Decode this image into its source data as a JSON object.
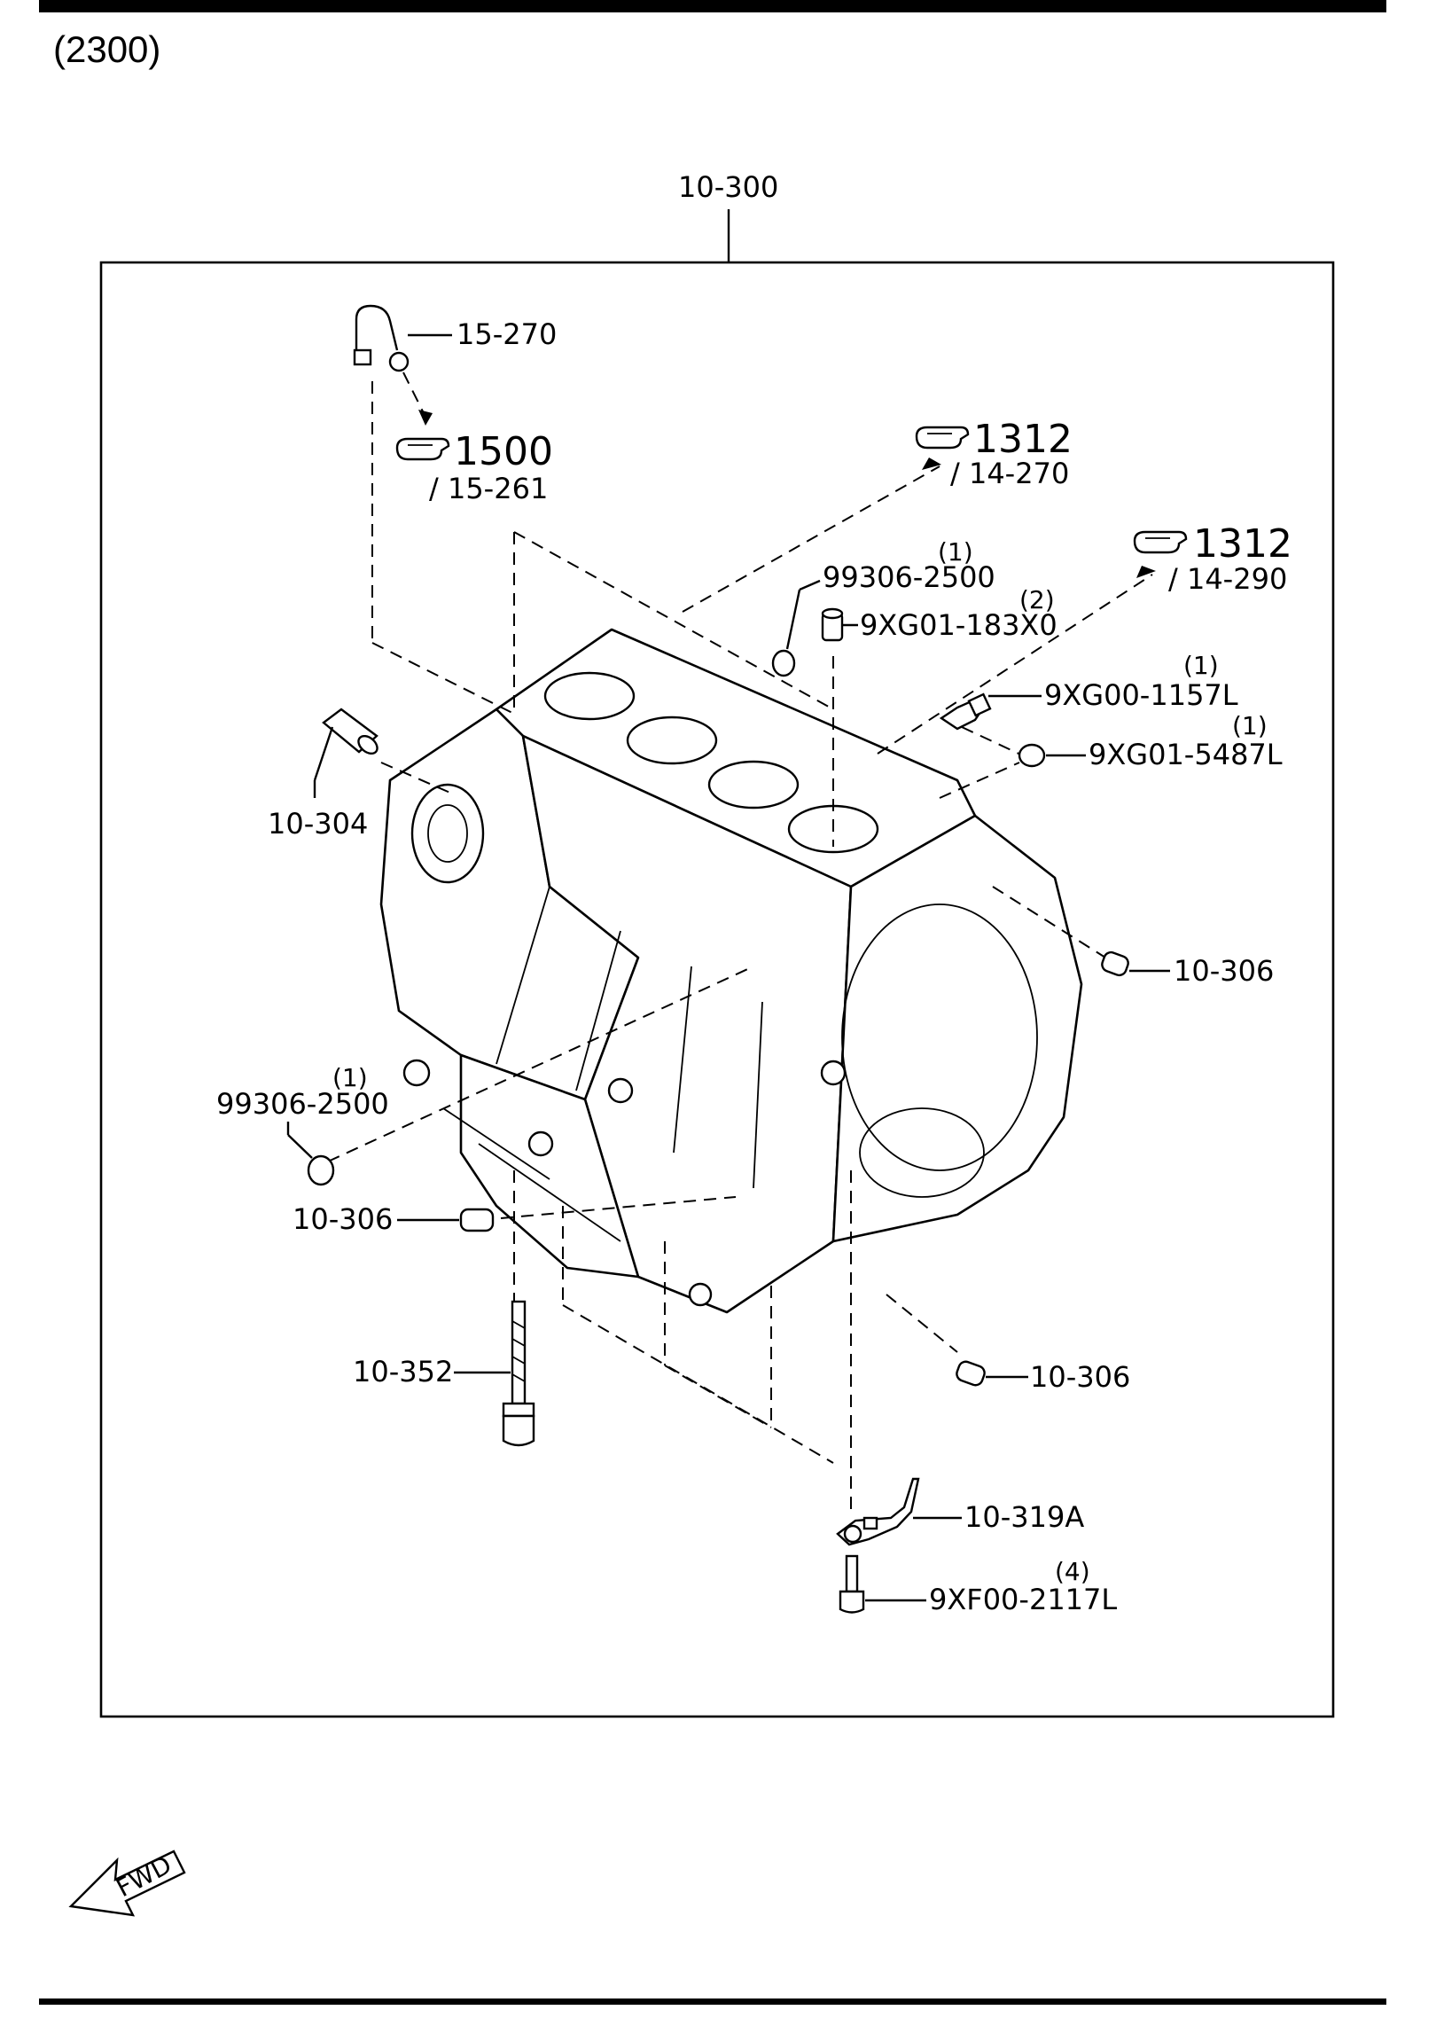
{
  "section_code": "(2300)",
  "assembly": {
    "label": "10-300"
  },
  "callouts": [
    {
      "id": "c-15-270",
      "label": "15-270"
    },
    {
      "id": "ref-1500",
      "ref": "1500",
      "sub": "/ 15-261"
    },
    {
      "id": "ref-1312-a",
      "ref": "1312",
      "sub": "/ 14-270"
    },
    {
      "id": "ref-1312-b",
      "ref": "1312",
      "sub": "/ 14-290"
    },
    {
      "id": "c-99306-2500-top",
      "label": "99306-2500",
      "qty": "(1)"
    },
    {
      "id": "c-9xg01-183x0",
      "label": "9XG01-183X0",
      "qty": "(2)"
    },
    {
      "id": "c-9xg00-1157l",
      "label": "9XG00-1157L",
      "qty": "(1)"
    },
    {
      "id": "c-9xg01-5487l",
      "label": "9XG01-5487L",
      "qty": "(1)"
    },
    {
      "id": "c-10-304",
      "label": "10-304"
    },
    {
      "id": "c-10-306-right",
      "label": "10-306"
    },
    {
      "id": "c-99306-2500-left",
      "label": "99306-2500",
      "qty": "(1)"
    },
    {
      "id": "c-10-306-left",
      "label": "10-306"
    },
    {
      "id": "c-10-352",
      "label": "10-352"
    },
    {
      "id": "c-10-306-bottom",
      "label": "10-306"
    },
    {
      "id": "c-10-319a",
      "label": "10-319A"
    },
    {
      "id": "c-9xf00-2117l",
      "label": "9XF00-2117L",
      "qty": "(4)"
    }
  ],
  "fwd_label": "FWD",
  "icons": {
    "reference": "pointing-hand-icon",
    "direction": "fwd-arrow-icon"
  }
}
